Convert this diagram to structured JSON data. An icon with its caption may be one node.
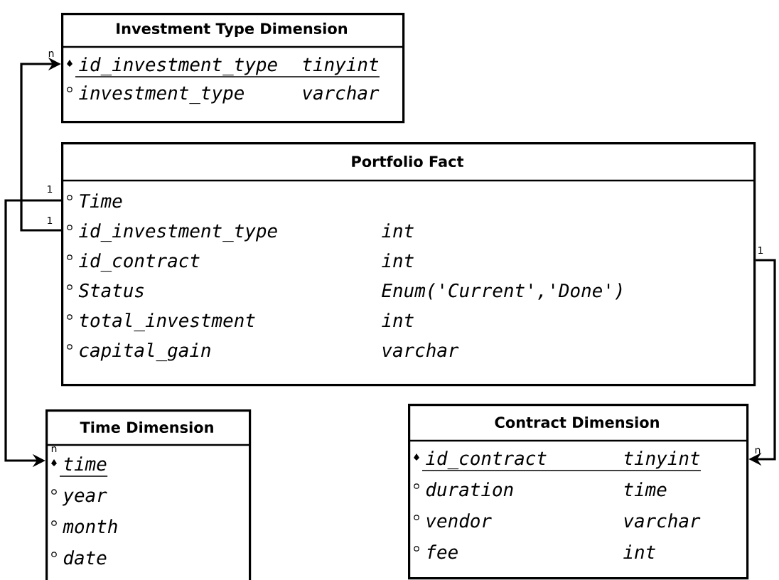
{
  "diagram": {
    "nodes": [
      {
        "text": [
          "Investment Type Dimension",
          "id_investment_type",
          "tinyint",
          "investment_type",
          "varchar"
        ]
      },
      {
        "text": [
          "Portfolio Fact",
          "Time",
          "id_investment_type",
          "int",
          "id_contract",
          "int",
          "Status",
          "Enum('Current','Done')",
          "total_investment",
          "int",
          "capital_gain",
          "varchar"
        ]
      },
      {
        "text": [
          "Time Dimension",
          "time",
          "year",
          "month",
          "date"
        ]
      },
      {
        "text": [
          "Contract Dimension",
          "id_contract",
          "tinyint",
          "duration",
          "time",
          "vendor",
          "varchar",
          "fee",
          "int"
        ]
      }
    ],
    "edges": [
      {
        "from": 1,
        "to": 0,
        "arrow": "to"
      },
      {
        "from": 1,
        "to": 2,
        "arrow": "to"
      },
      {
        "from": 1,
        "to": 3,
        "arrow": "to"
      }
    ],
    "labels": [
      "n",
      "1",
      "1",
      "1",
      "n",
      "n"
    ]
  }
}
